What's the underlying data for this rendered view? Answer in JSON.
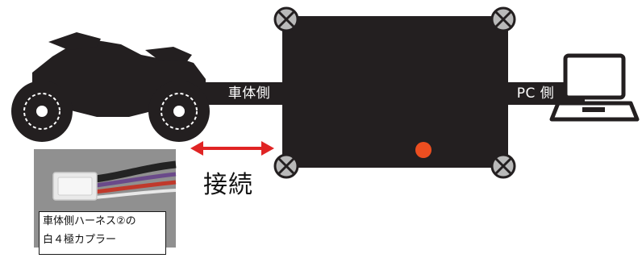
{
  "labels": {
    "vehicle_side": "車体側",
    "pc_side": "PC 側",
    "connection": "接続"
  },
  "caption": {
    "line1": "車体側ハーネス②の",
    "line2": "白４極カプラー"
  },
  "colors": {
    "device_body": "#231f20",
    "status_dot": "#ec4e20",
    "arrow": "#e02424",
    "screw": "#b9b9b9",
    "line": "#231f20"
  },
  "icons": {
    "vehicle": "motorcycle-icon",
    "computer": "laptop-icon",
    "screw": "screw-icon"
  }
}
